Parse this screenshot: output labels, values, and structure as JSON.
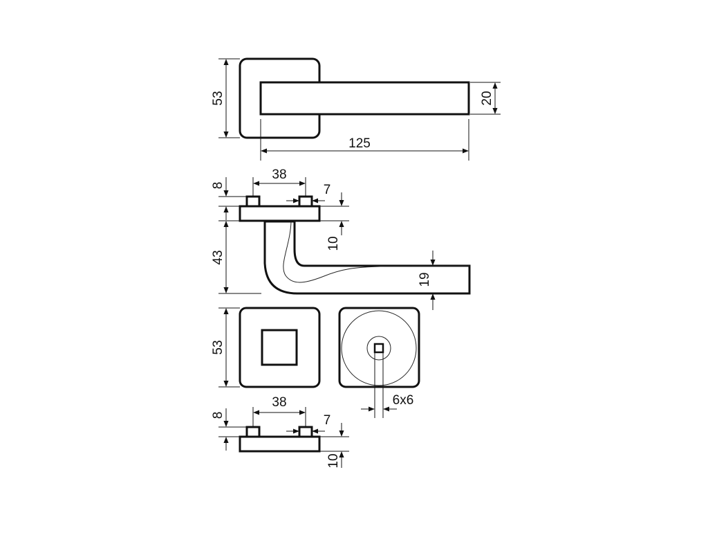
{
  "dimensions": {
    "top_rose_height": "53",
    "lever_length": "125",
    "lever_width": "20",
    "side_top_pin_height": "8",
    "side_top_pin_spacing": "38",
    "side_top_pin_width": "7",
    "side_top_plate_thickness": "10",
    "side_top_lever_height": "43",
    "lever_end_height": "19",
    "front_rose_height": "53",
    "spindle_square": "6x6",
    "side_bottom_pin_height": "8",
    "side_bottom_pin_spacing": "38",
    "side_bottom_pin_width": "7",
    "side_bottom_plate_thickness": "10"
  },
  "colors": {
    "line": "#111111",
    "background": "#ffffff"
  }
}
